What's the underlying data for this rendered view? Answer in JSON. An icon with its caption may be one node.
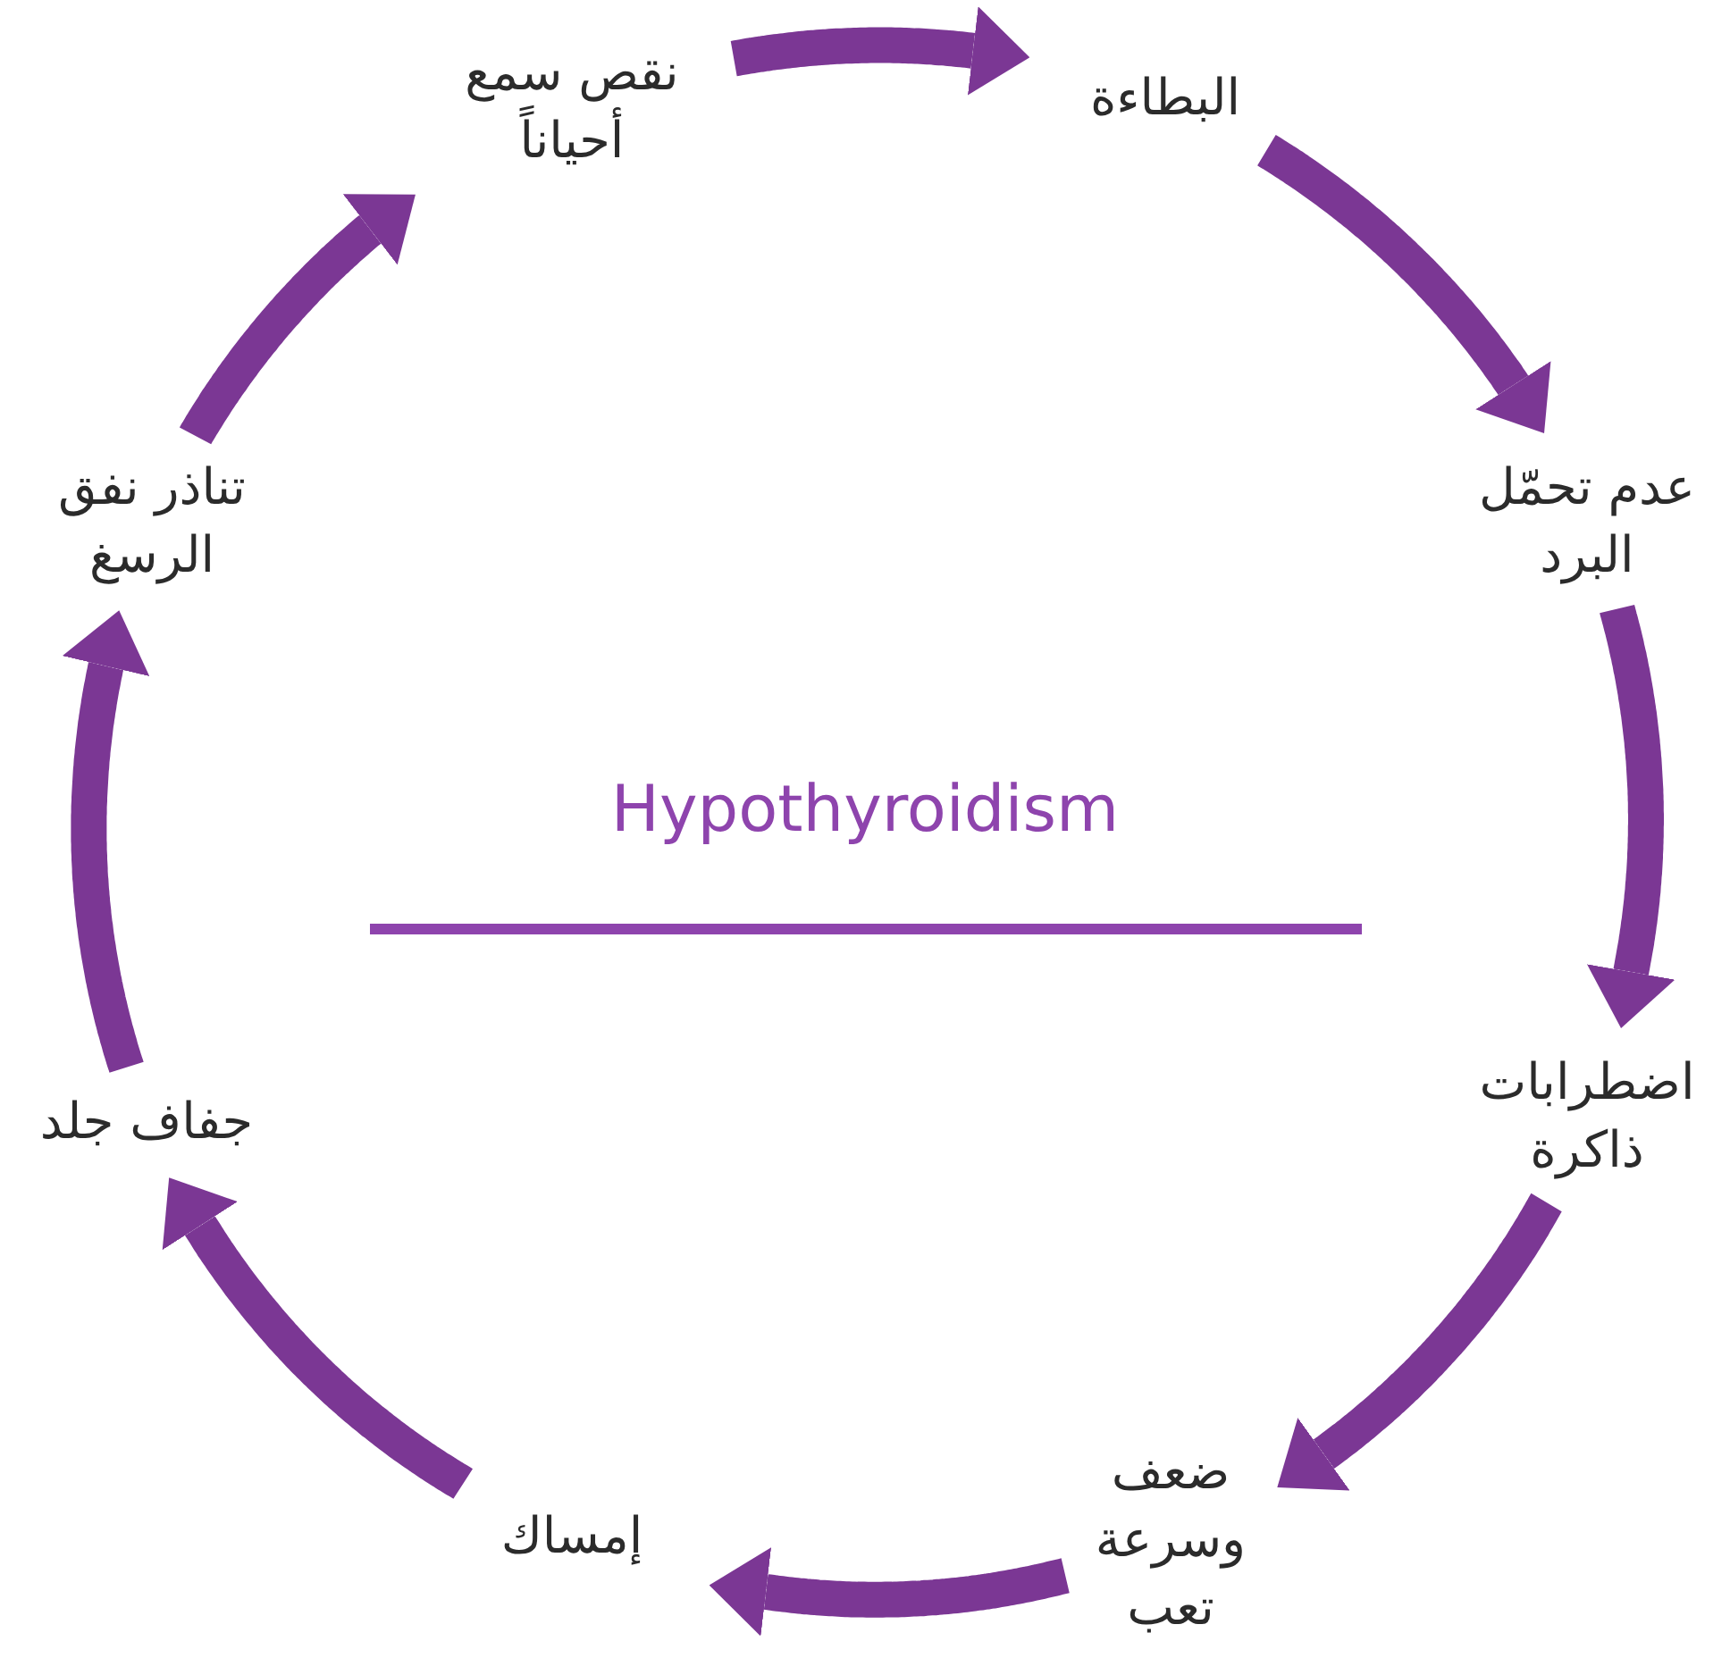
{
  "diagram": {
    "title": "Hypothyroidism",
    "nodes": [
      {
        "text": [
          "نقص سمع أحياناً"
        ]
      },
      {
        "text": [
          "البطاءة"
        ]
      },
      {
        "text": [
          "عدم تحمّل البرد"
        ]
      },
      {
        "text": [
          "اضطرابات ذاكرة"
        ]
      },
      {
        "text": [
          "ضعف وسرعة تعب"
        ]
      },
      {
        "text": [
          "إمساك"
        ]
      },
      {
        "text": [
          "جفاف جلد"
        ]
      },
      {
        "text": [
          "تناذر نفق الرسغ"
        ]
      }
    ],
    "edges": [
      {
        "from": 0,
        "to": 1,
        "arrow": "to"
      },
      {
        "from": 1,
        "to": 2,
        "arrow": "to"
      },
      {
        "from": 2,
        "to": 3,
        "arrow": "to"
      },
      {
        "from": 3,
        "to": 4,
        "arrow": "to"
      },
      {
        "from": 4,
        "to": 5,
        "arrow": "to"
      },
      {
        "from": 5,
        "to": 6,
        "arrow": "to"
      },
      {
        "from": 6,
        "to": 7,
        "arrow": "to"
      },
      {
        "from": 7,
        "to": 0,
        "arrow": "to"
      }
    ]
  }
}
